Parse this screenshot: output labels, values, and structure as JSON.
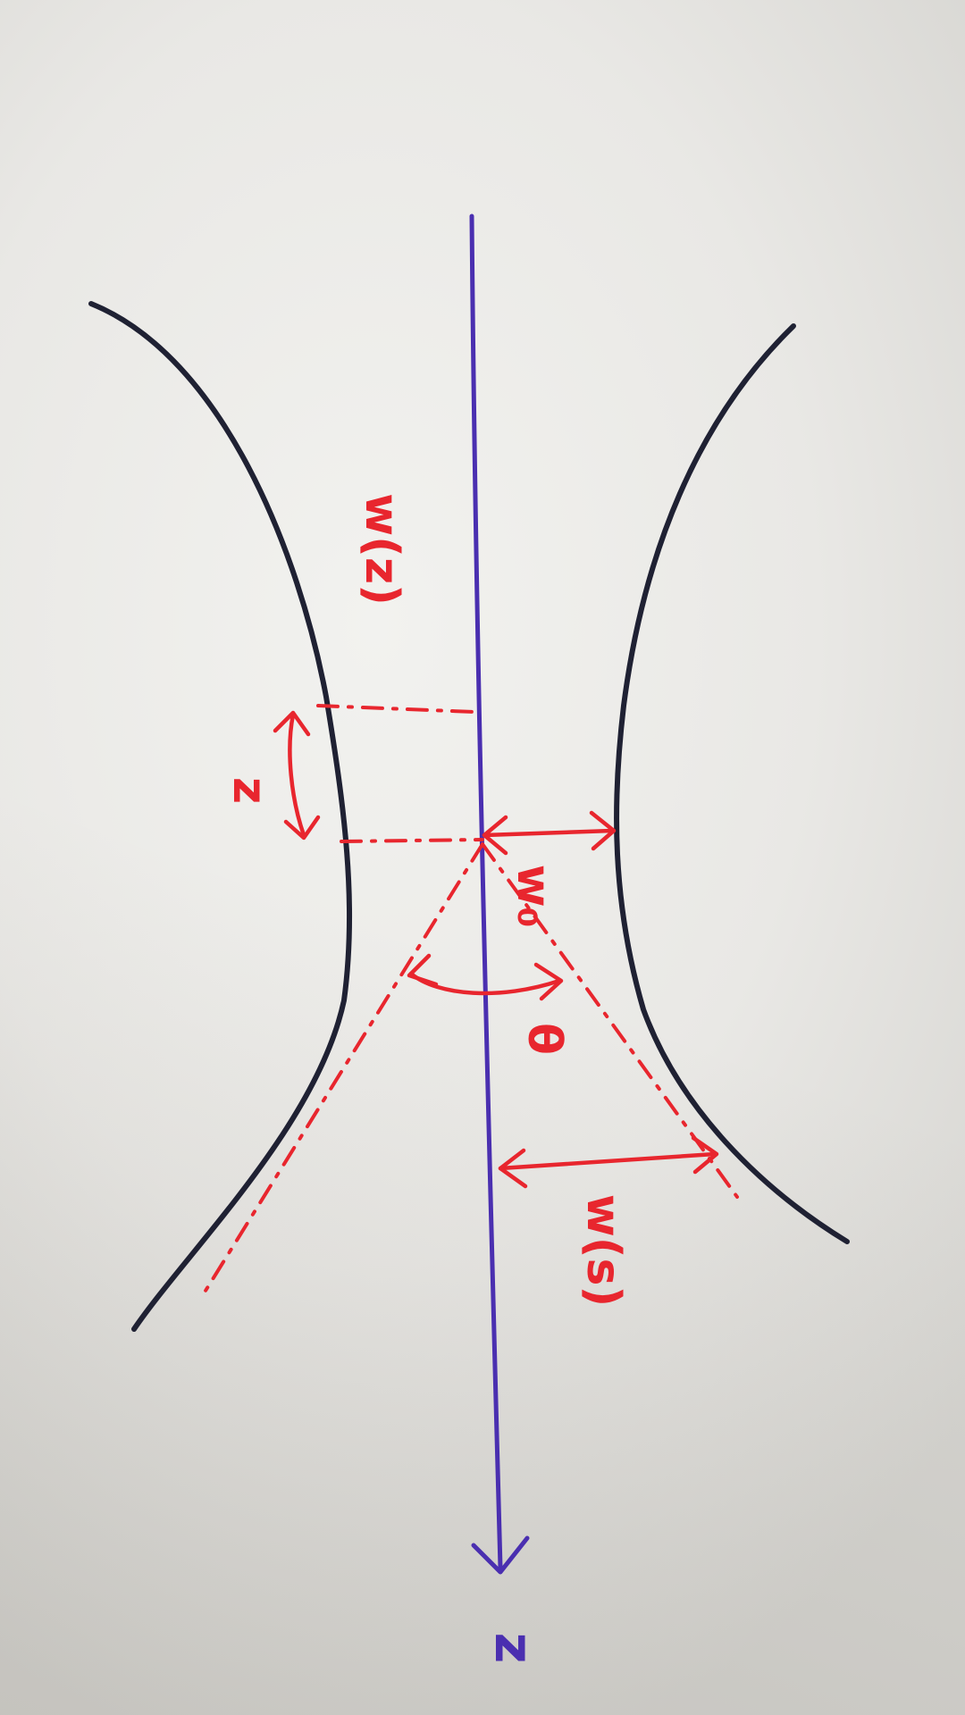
{
  "diagram": {
    "labels": {
      "w_z": "w(z)",
      "z": "z",
      "w_0": "w₀",
      "theta": "θ",
      "w_s": "w(s)",
      "axis": "z"
    },
    "colors": {
      "paper": "#ecebe8",
      "beam_outline": "#1f2133",
      "axis": "#4a2fb0",
      "annotation": "#e8262e"
    }
  }
}
